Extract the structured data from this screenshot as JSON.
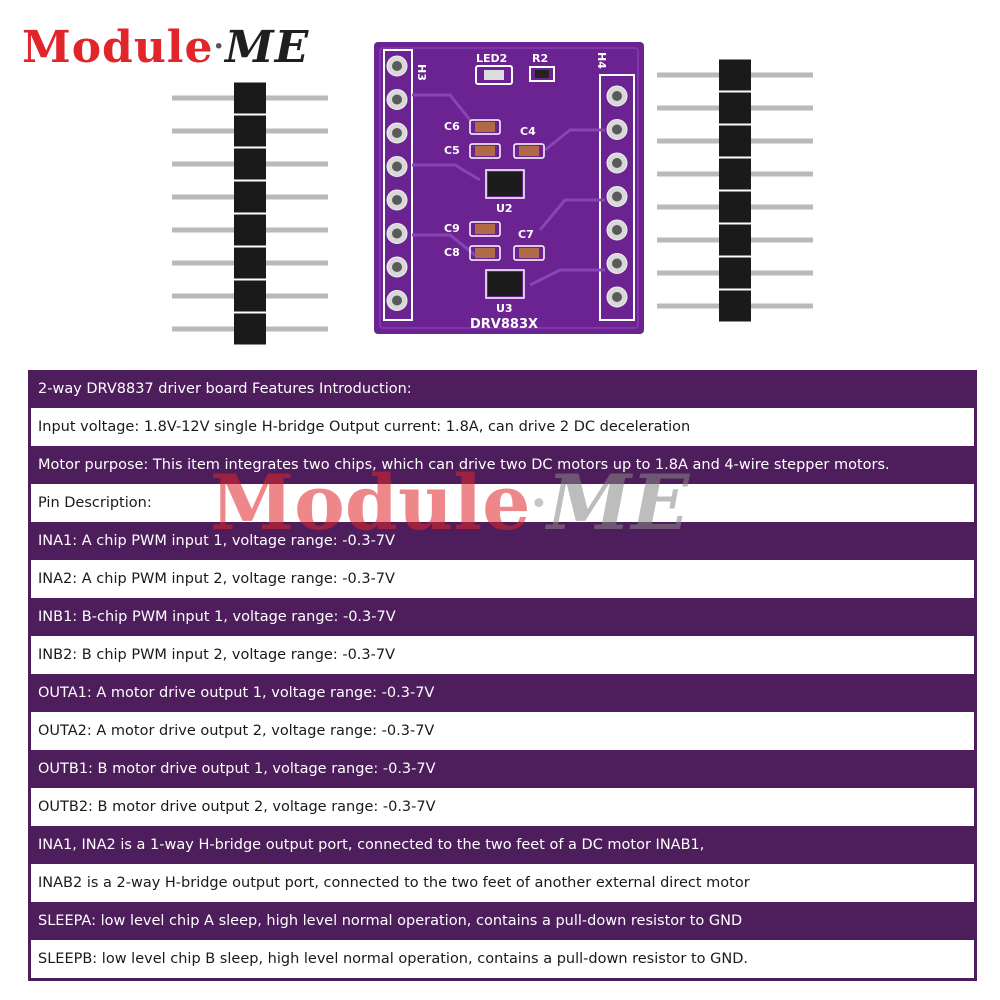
{
  "brand": {
    "part1": "Module",
    "dot": "·",
    "part2": "ME"
  },
  "watermark": {
    "part1": "Module",
    "dot": "·",
    "part2": "ME"
  },
  "board": {
    "labels": {
      "h3": "H3",
      "h4": "H4",
      "led2": "LED2",
      "r2": "R2",
      "c6": "C6",
      "c5": "C5",
      "c4": "C4",
      "u2": "U2",
      "c9": "C9",
      "c8": "C8",
      "c7": "C7",
      "u3": "U3",
      "model": "DRV883X"
    },
    "colors": {
      "pcb": "#6a2390",
      "pin_header": "#1a1a1a",
      "pin_metal": "#b9b9b9"
    }
  },
  "table_rows": [
    {
      "text": "2-way DRV8837 driver board Features Introduction:",
      "style": "dark"
    },
    {
      "text": "Input voltage: 1.8V-12V single H-bridge Output current: 1.8A, can drive 2 DC deceleration",
      "style": "light"
    },
    {
      "text": "Motor purpose: This item integrates two chips, which can drive two DC motors up to 1.8A and 4-wire stepper motors.",
      "style": "dark"
    },
    {
      "text": "Pin Description:",
      "style": "light"
    },
    {
      "text": "INA1: A chip PWM input 1, voltage range: -0.3-7V",
      "style": "dark"
    },
    {
      "text": "INA2: A chip PWM input 2, voltage range: -0.3-7V",
      "style": "light"
    },
    {
      "text": "INB1: B-chip PWM input 1, voltage range: -0.3-7V",
      "style": "dark"
    },
    {
      "text": "INB2: B chip PWM input 2, voltage range: -0.3-7V",
      "style": "light"
    },
    {
      "text": "OUTA1: A motor drive output 1, voltage range: -0.3-7V",
      "style": "dark"
    },
    {
      "text": "OUTA2: A motor drive output 2, voltage range: -0.3-7V",
      "style": "light"
    },
    {
      "text": "OUTB1: B motor drive output 1, voltage range: -0.3-7V",
      "style": "dark"
    },
    {
      "text": "OUTB2: B motor drive output 2, voltage range: -0.3-7V",
      "style": "light"
    },
    {
      "text": "INA1, INA2 is a 1-way H-bridge output port, connected to the two feet of a DC motor INAB1,",
      "style": "dark"
    },
    {
      "text": "INAB2 is a 2-way H-bridge output port, connected to the two feet of another external direct motor",
      "style": "light"
    },
    {
      "text": "SLEEPA: low level chip A sleep, high level normal operation, contains a pull-down resistor to GND",
      "style": "dark"
    },
    {
      "text": "SLEEPB: low level chip B sleep, high level normal operation, contains a pull-down resistor to GND.",
      "style": "light"
    }
  ]
}
